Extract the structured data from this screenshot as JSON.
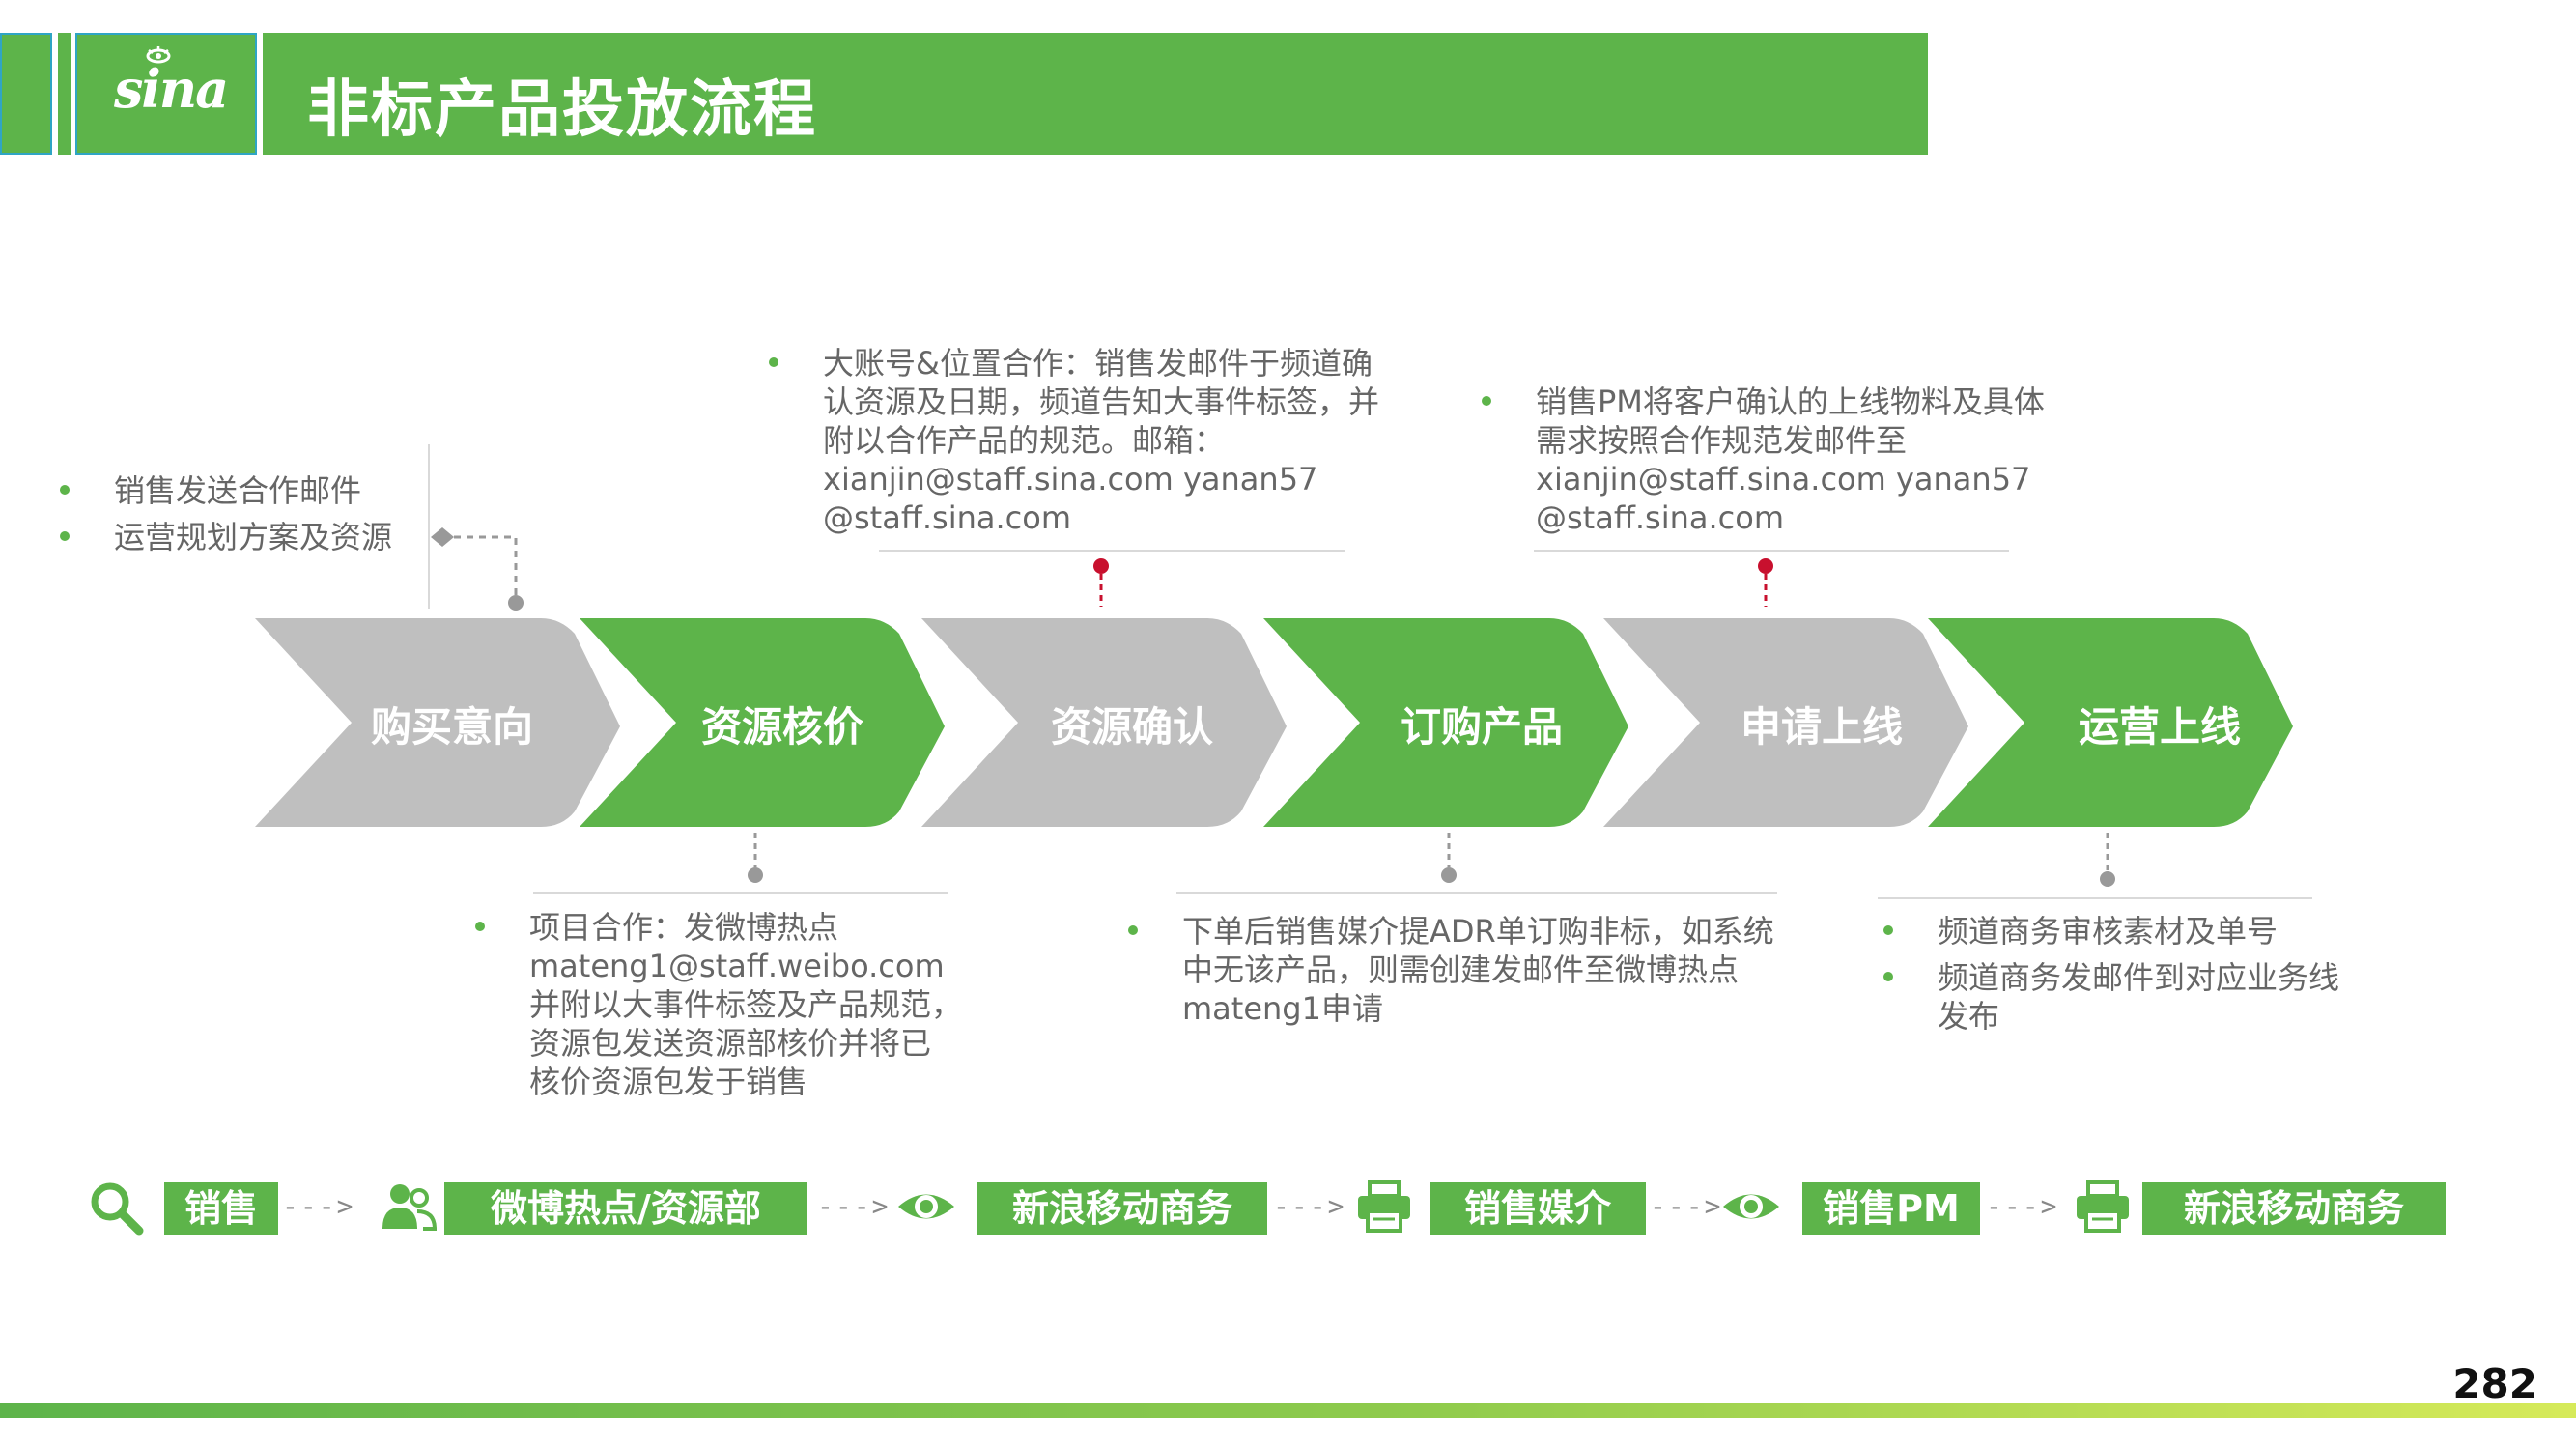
{
  "header": {
    "logo": "sina",
    "title": "非标产品投放流程"
  },
  "steps": [
    {
      "label": "购买意向",
      "color": "#bfbfbf"
    },
    {
      "label": "资源核价",
      "color": "#5db44a"
    },
    {
      "label": "资源确认",
      "color": "#bfbfbf"
    },
    {
      "label": "订购产品",
      "color": "#5db44a"
    },
    {
      "label": "申请上线",
      "color": "#bfbfbf"
    },
    {
      "label": "运营上线",
      "color": "#5db44a"
    }
  ],
  "notes": {
    "step1": [
      "销售发送合作邮件",
      "运营规划方案及资源"
    ],
    "step2": [
      "项目合作：发微博热点\nmateng1@staff.weibo.com\n并附以大事件标签及产品规范，\n资源包发送资源部核价并将已\n核价资源包发于销售"
    ],
    "step3": [
      "大账号&位置合作：销售发邮件于频道确\n认资源及日期，频道告知大事件标签，并\n附以合作产品的规范。邮箱：\nxianjin@staff.sina.com  yanan57\n@staff.sina.com"
    ],
    "step4": [
      "下单后销售媒介提ADR单订购非标，如系统\n中无该产品，则需创建发邮件至微博热点\nmateng1申请"
    ],
    "step5": [
      "销售PM将客户确认的上线物料及具体\n需求按照合作规范发邮件至\nxianjin@staff.sina.com  yanan57\n@staff.sina.com"
    ],
    "step6": [
      "频道商务审核素材及单号",
      "频道商务发邮件到对应业务线\n发布"
    ]
  },
  "roles": [
    {
      "icon": "search-icon",
      "label": "销售"
    },
    {
      "icon": "users-icon",
      "label": "微博热点/资源部"
    },
    {
      "icon": "eye-icon",
      "label": "新浪移动商务"
    },
    {
      "icon": "printer-icon",
      "label": "销售媒介"
    },
    {
      "icon": "eye-icon",
      "label": "销售PM"
    },
    {
      "icon": "printer-icon",
      "label": "新浪移动商务"
    }
  ],
  "arrow_glyph": "--->",
  "page_number": "282",
  "colors": {
    "green": "#5db44a",
    "gray": "#bfbfbf",
    "red_dot": "#c8102e",
    "border_blue": "#2fa5c4"
  }
}
